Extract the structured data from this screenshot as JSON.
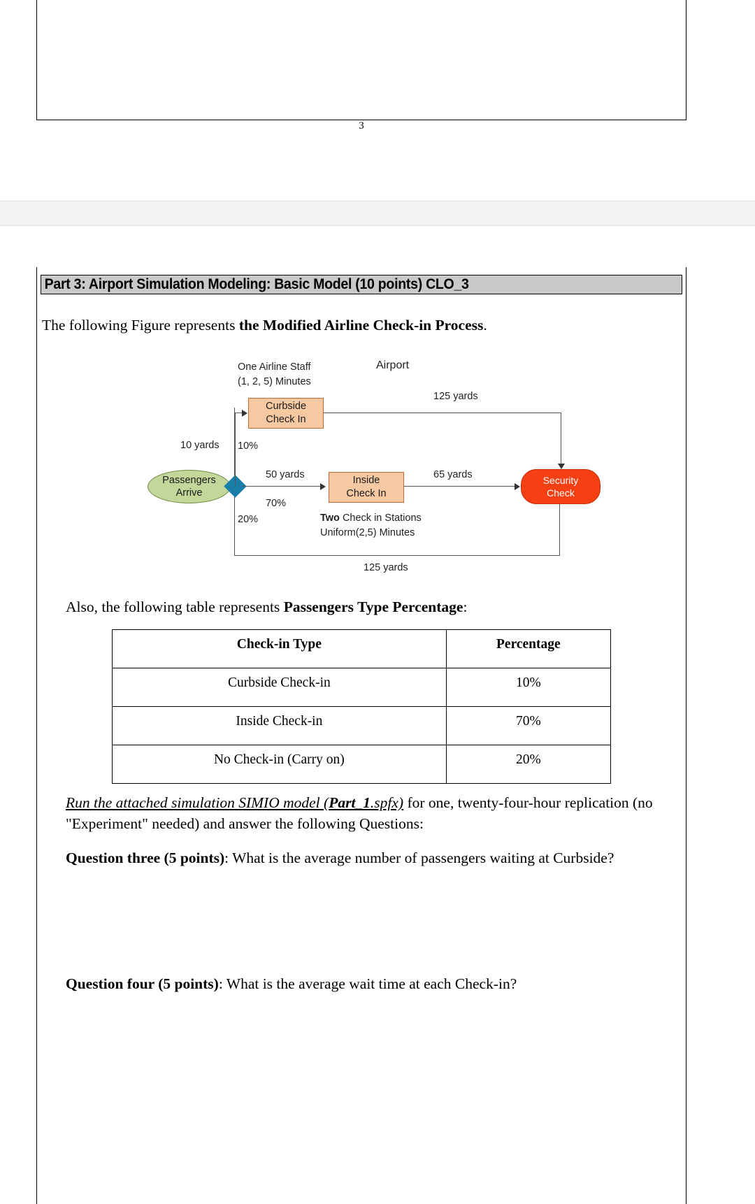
{
  "document": {
    "page_number": "3",
    "section_header": "Part 3: Airport Simulation Modeling: Basic Model (10 points) CLO_3",
    "intro": {
      "plain_1": "The following Figure represents ",
      "bold_1": "the Modified Airline Check-in Process",
      "plain_2": "."
    },
    "table_intro": {
      "plain_1": "Also, the following table represents ",
      "bold_1": "Passengers Type Percentage",
      "plain_2": ":"
    },
    "run_instruction": {
      "italic_underline_1": "Run the attached simulation SIMIO model (",
      "italic_underline_bold": "Part_1",
      "italic_underline_2": ".spfx)",
      "plain_1": " for one, twenty-four-hour replication (no \"Experiment\" needed) and answer the following Questions:"
    },
    "question_three": {
      "bold": "Question three (5 points)",
      "plain": ": What is the average number of passengers waiting at Curbside?"
    },
    "question_four": {
      "bold": "Question four (5 points)",
      "plain": ": What is the average wait time at each Check-in?"
    }
  },
  "diagram": {
    "title": "Airport",
    "staff_note_line1": "One Airline Staff",
    "staff_note_line2": "(1, 2, 5) Minutes",
    "stations_note_bold": "Two",
    "stations_note_rest": " Check in Stations",
    "stations_note_line2": "Uniform(2,5) Minutes",
    "nodes": {
      "arrive_line1": "Passengers",
      "arrive_line2": "Arrive",
      "curbside_line1": "Curbside",
      "curbside_line2": "Check In",
      "inside_line1": "Inside",
      "inside_line2": "Check In",
      "security_line1": "Security",
      "security_line2": "Check"
    },
    "edges": {
      "arrive_distance": "10 yards",
      "curbside_pct": "10%",
      "inside_distance": "50 yards",
      "inside_pct": "70%",
      "nocheckin_pct": "20%",
      "curbside_to_security": "125 yards",
      "inside_to_security": "65 yards",
      "bypass_to_security": "125 yards"
    },
    "colors": {
      "curbside_fill": "#f7c9a2",
      "arrive_fill": "#c4d79b",
      "security_fill": "#f63f12",
      "decision_fill": "#1a7fa8"
    }
  },
  "percentage_table": {
    "headers": [
      "Check-in Type",
      "Percentage"
    ],
    "rows": [
      [
        "Curbside Check-in",
        "10%"
      ],
      [
        "Inside Check-in",
        "70%"
      ],
      [
        "No Check-in (Carry on)",
        "20%"
      ]
    ]
  }
}
